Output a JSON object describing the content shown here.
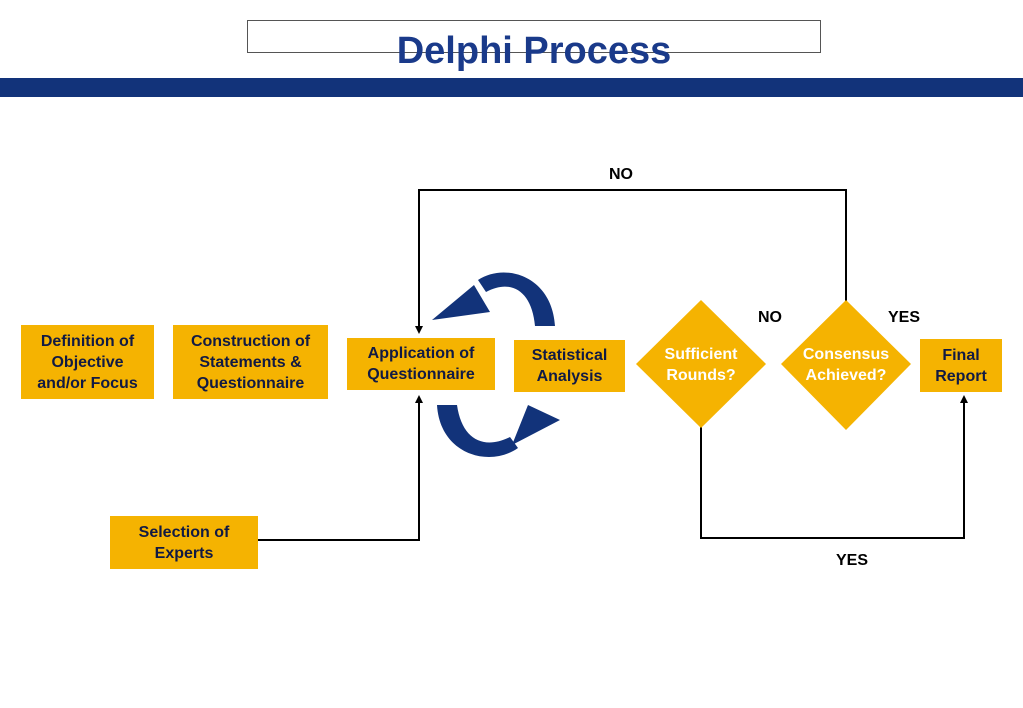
{
  "title": "Delphi Process",
  "colors": {
    "box_fill": "#f5b301",
    "band": "#12337a",
    "title": "#1a3a8a",
    "cycle_arrow": "#12337a"
  },
  "nodes": {
    "definition": "Definition of\nObjective\nand/or Focus",
    "construction": "Construction of\nStatements &\nQuestionnaire",
    "application": "Application of\nQuestionnaire",
    "statistical": "Statistical\nAnalysis",
    "sufficient": "Sufficient\nRounds?",
    "consensus": "Consensus\nAchieved?",
    "final": "Final\nReport",
    "selection": "Selection of\nExperts"
  },
  "edge_labels": {
    "loop_no": "NO",
    "sufficient_no": "NO",
    "consensus_yes": "YES",
    "rounds_yes": "YES"
  }
}
